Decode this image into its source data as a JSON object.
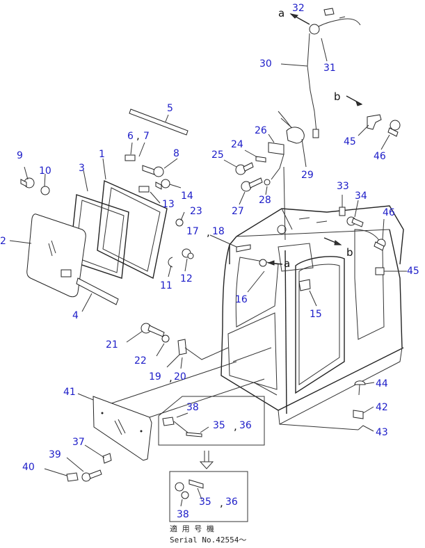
{
  "diagram": {
    "part_numbers": [
      "1",
      "2",
      "3",
      "4",
      "5",
      "6",
      "7",
      "8",
      "9",
      "10",
      "11",
      "12",
      "13",
      "14",
      "15",
      "16",
      "17",
      "18",
      "19",
      "20",
      "21",
      "22",
      "23",
      "24",
      "25",
      "26",
      "27",
      "28",
      "29",
      "30",
      "31",
      "32",
      "33",
      "34",
      "35",
      "36",
      "37",
      "38",
      "39",
      "40",
      "41",
      "42",
      "43",
      "44",
      "45",
      "46"
    ],
    "view_letters": [
      "a",
      "b"
    ],
    "serial_note_jp": "適 用 号 機",
    "serial_note": "Serial No.42554～",
    "separator": ","
  }
}
